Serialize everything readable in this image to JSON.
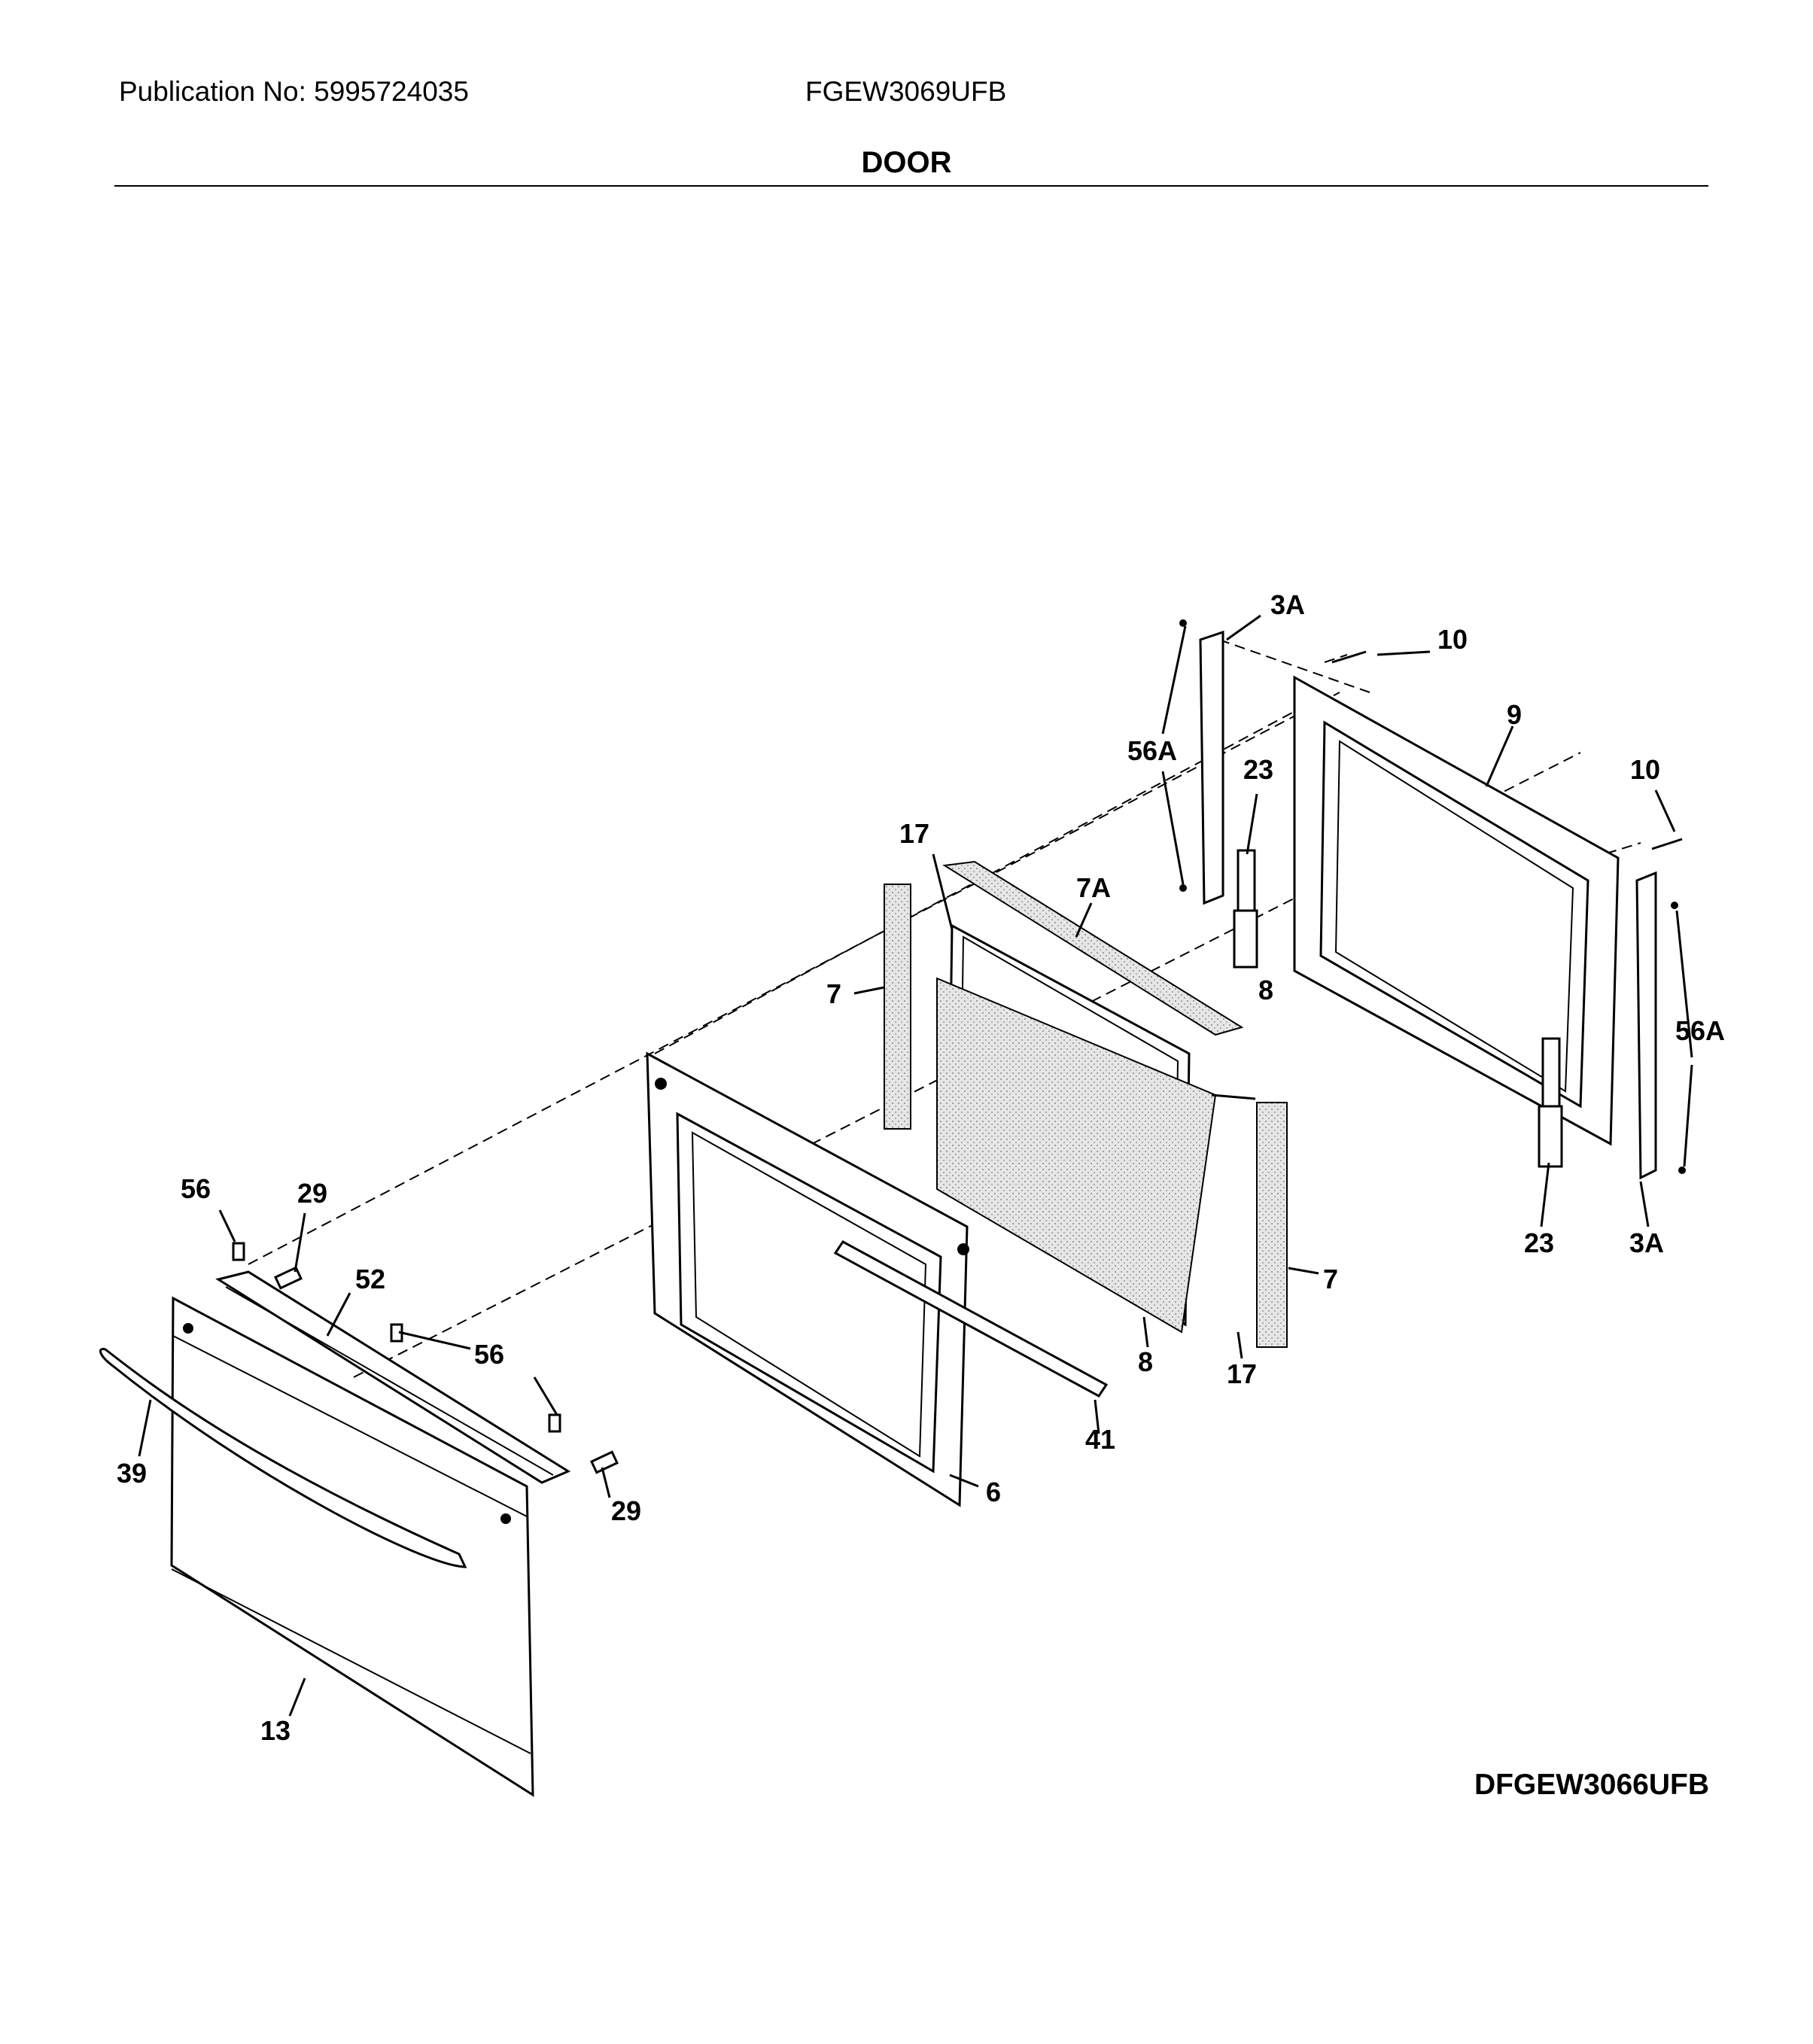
{
  "header": {
    "publication": "Publication No: 5995724035",
    "model": "FGEW3069UFB",
    "title": "DOOR"
  },
  "footer": {
    "diagram_id": "DFGEW3066UFB"
  },
  "callouts": {
    "c_3a_top": "3A",
    "c_10_top": "10",
    "c_9": "9",
    "c_56a_left": "56A",
    "c_23_top": "23",
    "c_10_right": "10",
    "c_17_top": "17",
    "c_7a": "7A",
    "c_7_left": "7",
    "c_8_top": "8",
    "c_56a_right": "56A",
    "c_56_left": "56",
    "c_29_top": "29",
    "c_52": "52",
    "c_56_mid": "56",
    "c_39": "39",
    "c_6": "6",
    "c_29_bottom": "29",
    "c_41": "41",
    "c_8_bottom": "8",
    "c_17_bottom": "17",
    "c_7_right": "7",
    "c_23_bottom": "23",
    "c_3a_bottom": "3A",
    "c_13": "13"
  }
}
